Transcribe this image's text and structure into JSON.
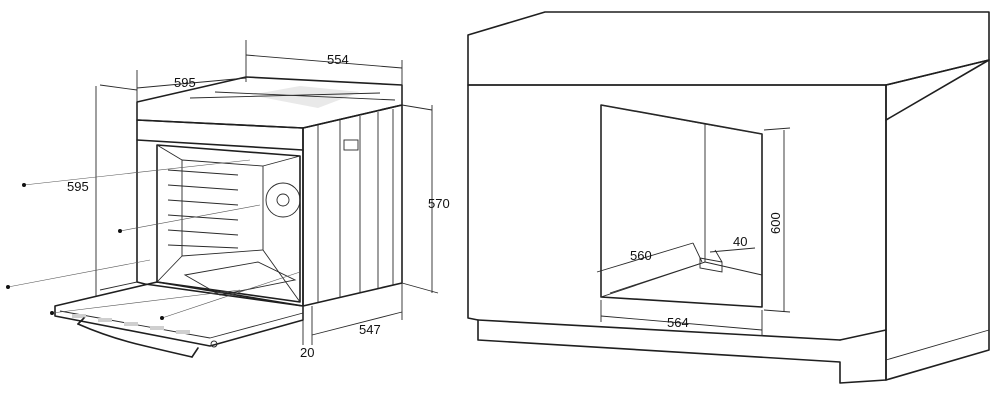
{
  "diagram": {
    "oven_dimensions": {
      "height_front": "595",
      "width_front": "595",
      "depth": "554",
      "body_height": "570",
      "body_depth": "547",
      "panel_offset": "20"
    },
    "niche_dimensions": {
      "height": "600",
      "depth": "560",
      "rear_gap": "40",
      "width": "564"
    }
  }
}
